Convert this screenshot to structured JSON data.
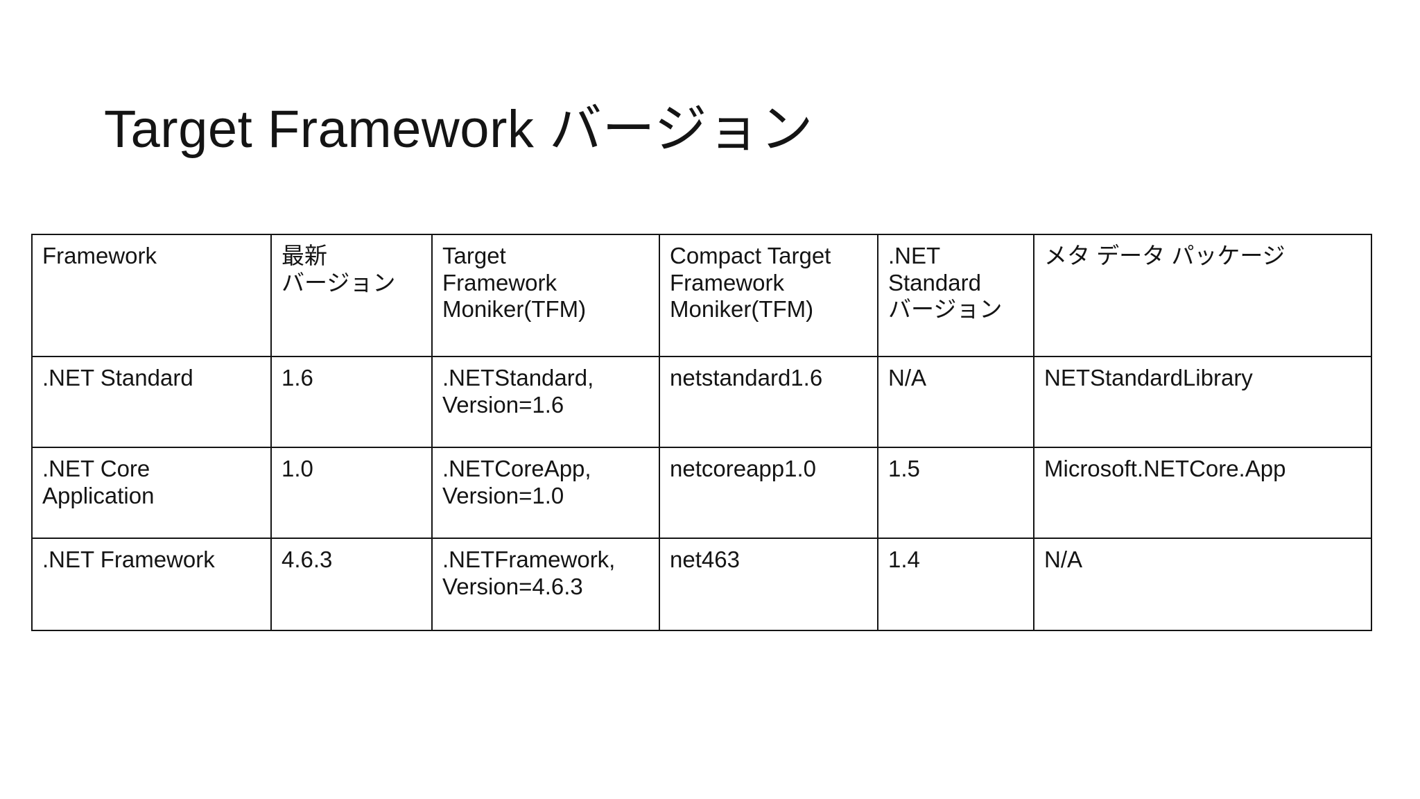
{
  "slide": {
    "title": "Target Framework バージョン",
    "background_color": "#ffffff",
    "text_color": "#141414",
    "border_color": "#141414"
  },
  "table": {
    "name": "target-framework-version-table",
    "columns": [
      {
        "key": "framework",
        "header_lines": [
          "Framework"
        ]
      },
      {
        "key": "latest_version",
        "header_lines": [
          "最新",
          "バージョン"
        ]
      },
      {
        "key": "tfm",
        "header_lines": [
          "Target",
          "Framework",
          "Moniker(TFM)"
        ]
      },
      {
        "key": "compact_tfm",
        "header_lines": [
          "Compact Target",
          "Framework",
          "Moniker(TFM)"
        ]
      },
      {
        "key": "netstandard_ver",
        "header_lines": [
          ".NET",
          "Standard",
          "バージョン"
        ]
      },
      {
        "key": "metadata_package",
        "header_lines": [
          "メタ データ パッケージ"
        ]
      }
    ],
    "headers": {
      "framework": "Framework",
      "latest_version_l1": "最新",
      "latest_version_l2": "バージョン",
      "tfm_l1": "Target",
      "tfm_l2": "Framework",
      "tfm_l3": "Moniker(TFM)",
      "compact_tfm_l1": "Compact Target",
      "compact_tfm_l2": "Framework",
      "compact_tfm_l3": "Moniker(TFM)",
      "netstandard_ver_l1": ".NET",
      "netstandard_ver_l2": "Standard",
      "netstandard_ver_l3": "バージョン",
      "metadata_package": "メタ データ パッケージ"
    },
    "rows": [
      {
        "framework_l1": ".NET Standard",
        "framework_l2": "",
        "latest_version": "1.6",
        "tfm_l1": ".NETStandard,",
        "tfm_l2": "Version=1.6",
        "compact_tfm": "netstandard1.6",
        "netstandard_ver": "N/A",
        "metadata_package": "NETStandardLibrary"
      },
      {
        "framework_l1": ".NET Core",
        "framework_l2": "Application",
        "latest_version": "1.0",
        "tfm_l1": ".NETCoreApp,",
        "tfm_l2": "Version=1.0",
        "compact_tfm": "netcoreapp1.0",
        "netstandard_ver": "1.5",
        "metadata_package": "Microsoft.NETCore.App"
      },
      {
        "framework_l1": ".NET Framework",
        "framework_l2": "",
        "latest_version": "4.6.3",
        "tfm_l1": ".NETFramework,",
        "tfm_l2": "Version=4.6.3",
        "compact_tfm": "net463",
        "netstandard_ver": "1.4",
        "metadata_package": "N/A"
      }
    ]
  }
}
